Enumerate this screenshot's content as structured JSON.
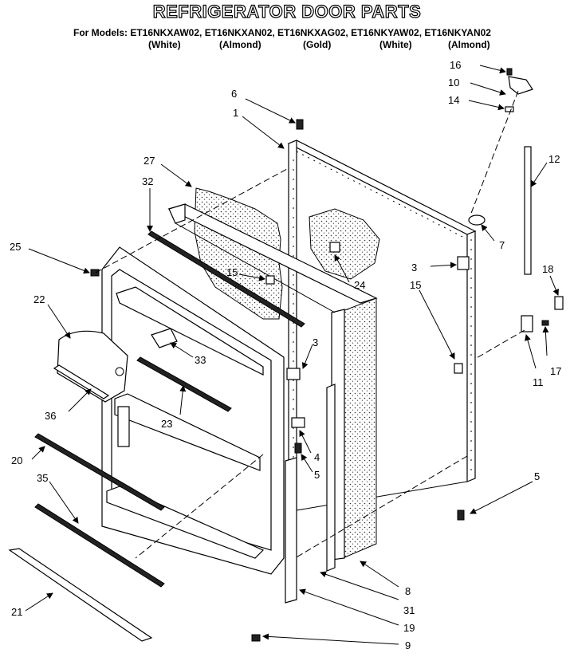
{
  "title": "REFRIGERATOR DOOR PARTS",
  "models_line": "For Models: ET16NKXAW02, ET16NKXAN02, ET16NKXAG02, ET16NKYAW02, ET16NKYAN02",
  "colors": [
    "(White)",
    "(Almond)",
    "(Gold)",
    "(White)",
    "(Almond)"
  ],
  "callouts": {
    "c1": "1",
    "c3a": "3",
    "c3b": "3",
    "c4": "4",
    "c5a": "5",
    "c5b": "5",
    "c6": "6",
    "c7": "7",
    "c8": "8",
    "c9": "9",
    "c10": "10",
    "c11": "11",
    "c12": "12",
    "c14": "14",
    "c15a": "15",
    "c15b": "15",
    "c16": "16",
    "c17": "17",
    "c18": "18",
    "c19": "19",
    "c20": "20",
    "c21": "21",
    "c22": "22",
    "c23": "23",
    "c24": "24",
    "c25": "25",
    "c27": "27",
    "c31": "31",
    "c32": "32",
    "c33": "33",
    "c35": "35",
    "c36": "36"
  }
}
